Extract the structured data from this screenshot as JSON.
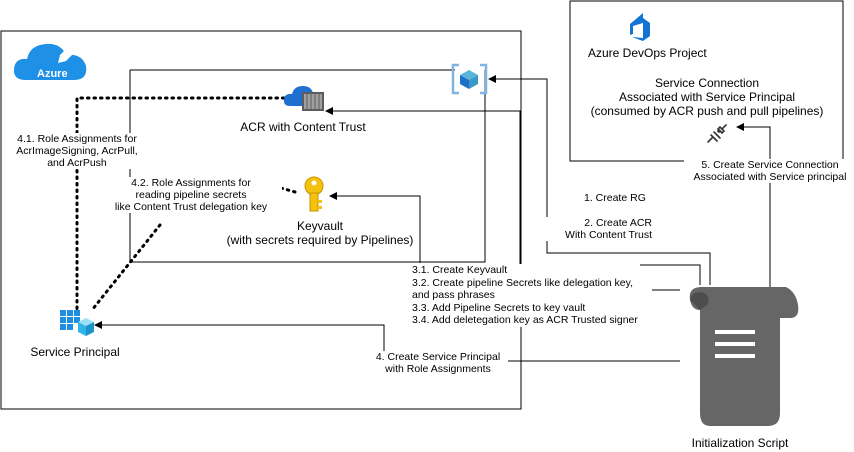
{
  "azure": {
    "logo_text": "Azure"
  },
  "acr": {
    "label": "ACR with Content Trust"
  },
  "keyvault": {
    "label_lines": [
      "Keyvault",
      "(with secrets required by Pipelines)"
    ]
  },
  "service_principal": {
    "label": "Service Principal"
  },
  "devops": {
    "title": "Azure DevOps Project",
    "service_connection_lines": [
      "Service Connection",
      "Associated with Service Principal",
      "(consumed by ACR push and pull pipelines)"
    ]
  },
  "script": {
    "label": "Initialization Script"
  },
  "steps": {
    "s41": [
      "4.1. Role Assignments for",
      "AcrImageSigning, AcrPull,",
      "and AcrPush"
    ],
    "s42": [
      "4.2.  Role Assignments for",
      "reading pipeline secrets",
      "like Content Trust delegation key"
    ],
    "s1": "1. Create RG",
    "s2": [
      "2. Create ACR",
      "With Content Trust"
    ],
    "s3": [
      "3.1.  Create Keyvault",
      "3.2. Create pipeline Secrets like delegation key,",
      "and pass phrases",
      "3.3. Add Pipeline Secrets to key vault",
      "3.4. Add deletegation key as ACR Trusted signer"
    ],
    "s4": [
      "4. Create Service Principal",
      "with Role Assignments"
    ],
    "s5": [
      "5. Create Service Connection",
      "Associated with Service principal"
    ]
  },
  "colors": {
    "azure_blue": "#1e90e6",
    "acr_blue": "#1f6fd0",
    "keyvault_yellow": "#f4c20d",
    "devops_blue": "#1375d3",
    "script_gray": "#666666",
    "line": "#000000"
  }
}
